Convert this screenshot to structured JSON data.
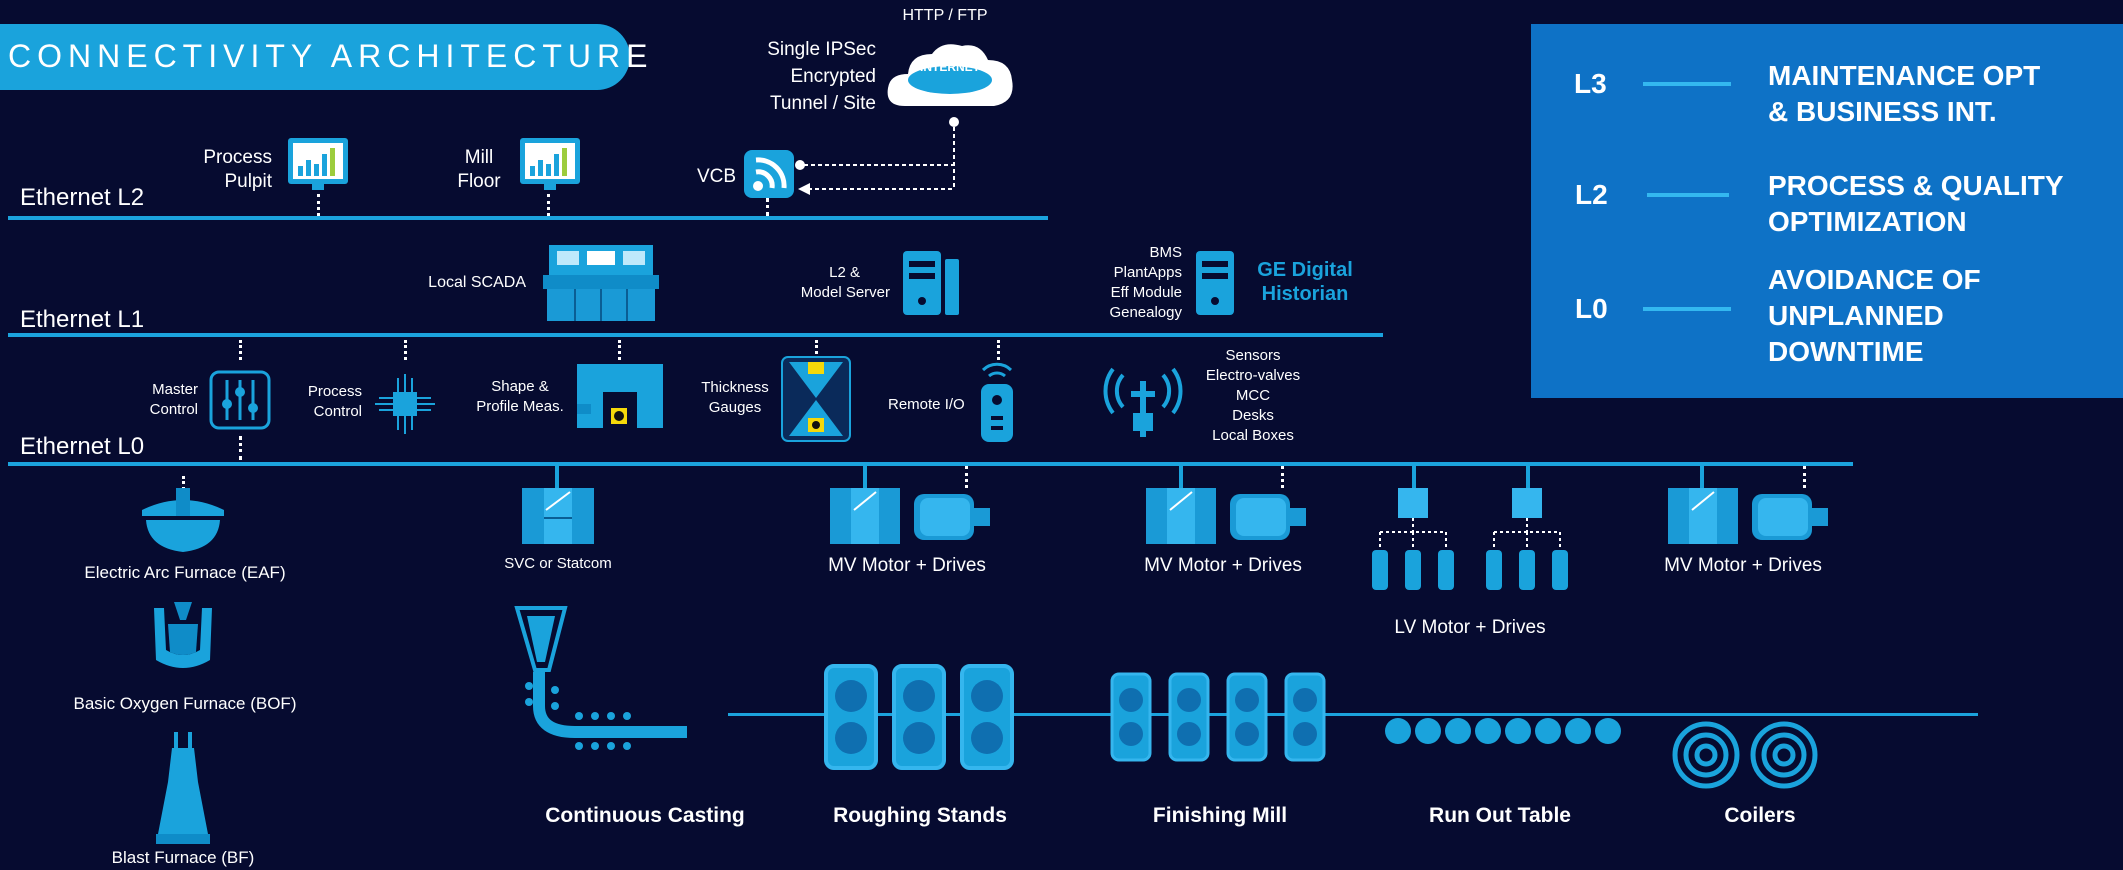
{
  "title": "CONNECTIVITY ARCHITECTURE",
  "network": {
    "ethernet_l2": "Ethernet L2",
    "ethernet_l1": "Ethernet L1",
    "ethernet_l0": "Ethernet L0"
  },
  "cloud": {
    "protocol": "HTTP / FTP",
    "badge": "INTERNET",
    "tunnel_line1": "Single IPSec",
    "tunnel_line2": "Encrypted",
    "tunnel_line3": "Tunnel / Site",
    "vcb": "VCB"
  },
  "level2": {
    "process_pulpit_1": "Process",
    "process_pulpit_2": "Pulpit",
    "mill_floor_1": "Mill",
    "mill_floor_2": "Floor"
  },
  "level1": {
    "local_scada": "Local SCADA",
    "model_server_1": "L2 &",
    "model_server_2": "Model Server",
    "historian_list": [
      "BMS",
      "PlantApps",
      "Eff Module",
      "Genealogy"
    ],
    "historian_1": "GE Digital",
    "historian_2": "Historian"
  },
  "level0": {
    "master_control_1": "Master",
    "master_control_2": "Control",
    "process_control_1": "Process",
    "process_control_2": "Control",
    "shape_1": "Shape &",
    "shape_2": "Profile Meas.",
    "thickness_1": "Thickness",
    "thickness_2": "Gauges",
    "remote_io": "Remote I/O",
    "sensors_list": [
      "Sensors",
      "Electro-valves",
      "MCC",
      "Desks",
      "Local Boxes"
    ]
  },
  "furnaces": {
    "eaf": "Electric Arc Furnace (EAF)",
    "bof": "Basic Oxygen Furnace (BOF)",
    "bf": "Blast Furnace  (BF)"
  },
  "drives": {
    "svc": "SVC or Statcom",
    "mv1": "MV Motor + Drives",
    "mv2": "MV Motor + Drives",
    "mv3": "MV Motor + Drives",
    "lv": "LV Motor + Drives"
  },
  "process_line": {
    "casting": "Continuous Casting",
    "roughing": "Roughing Stands",
    "finishing": "Finishing Mill",
    "runout": "Run Out Table",
    "coilers": "Coilers"
  },
  "legend": {
    "l3_level": "L3",
    "l3_text_1": "MAINTENANCE OPT",
    "l3_text_2": "& BUSINESS INT.",
    "l2_level": "L2",
    "l2_text_1": "PROCESS & QUALITY",
    "l2_text_2": "OPTIMIZATION",
    "l0_level": "L0",
    "l0_text_1": "AVOIDANCE OF",
    "l0_text_2": "UNPLANNED",
    "l0_text_3": "DOWNTIME"
  },
  "colors": {
    "background": "#060b30",
    "accent": "#1aa3dc",
    "legend_panel": "#0e72c6",
    "radiation": "#f5d90a"
  }
}
